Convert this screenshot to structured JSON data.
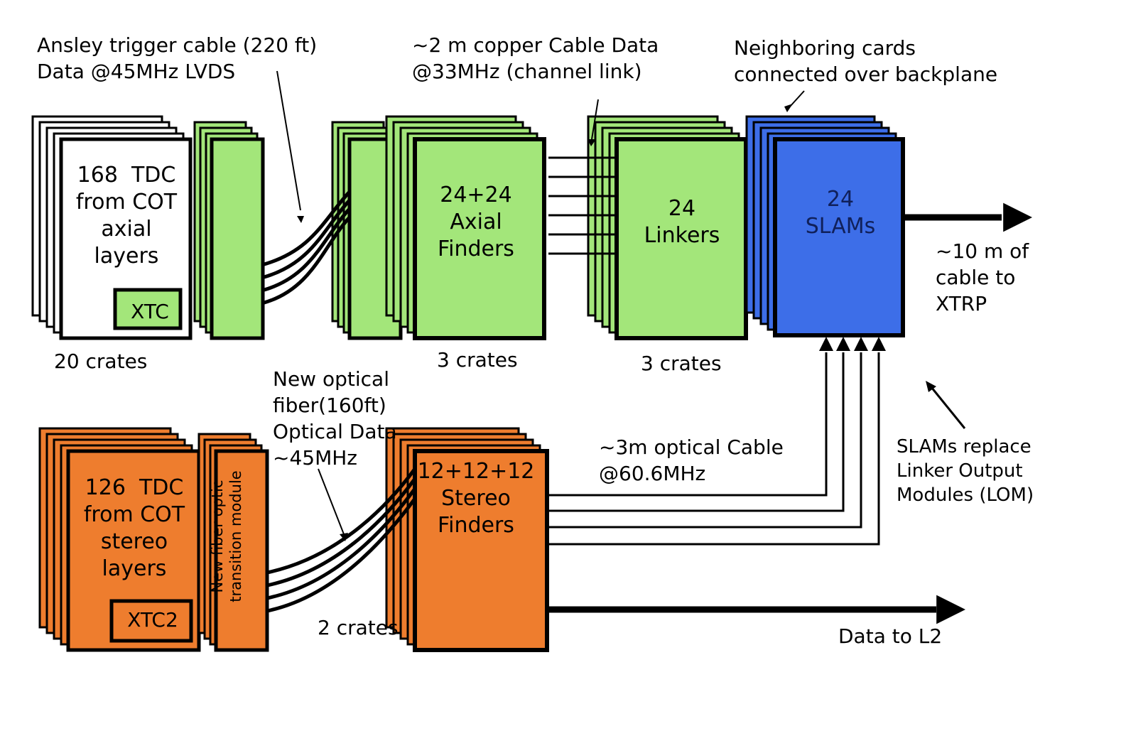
{
  "colors": {
    "green": "#a3e67a",
    "orange": "#ee7d2e",
    "blue": "#3d6ee8",
    "white": "#ffffff",
    "black": "#000000"
  },
  "annotations": {
    "ansley": "Ansley trigger cable (220 ft)\nData @45MHz LVDS",
    "copper": "~2 m copper Cable Data\n@33MHz (channel link)",
    "neighboring": "Neighboring cards\nconnected over backplane",
    "cable_xtrp": "~10 m of\ncable to\nXTRP",
    "optical_fiber": "New optical\nfiber(160ft)\nOptical Data\n~45MHz",
    "optical_cable": "~3m optical Cable\n@60.6MHz",
    "slams_replace": "SLAMs replace\nLinker Output\nModules (LOM)",
    "data_l2": "Data to L2"
  },
  "blocks": {
    "tdc_axial": "168  TDC\nfrom COT\naxial\nlayers",
    "xtc": "XTC",
    "axial_finders": "24+24\nAxial\nFinders",
    "linkers": "24\nLinkers",
    "slams": "24\nSLAMs",
    "tdc_stereo": "126  TDC\nfrom COT\nstereo\nlayers",
    "xtc2": "XTC2",
    "fiber_module": "New fiber optic\ntransition module",
    "stereo_finders": "12+12+12\nStereo\nFinders"
  },
  "crate_counts": {
    "tdc_axial": "20 crates",
    "axial_finders": "3 crates",
    "linkers": "3 crates",
    "stereo_finders": "2 crates"
  }
}
